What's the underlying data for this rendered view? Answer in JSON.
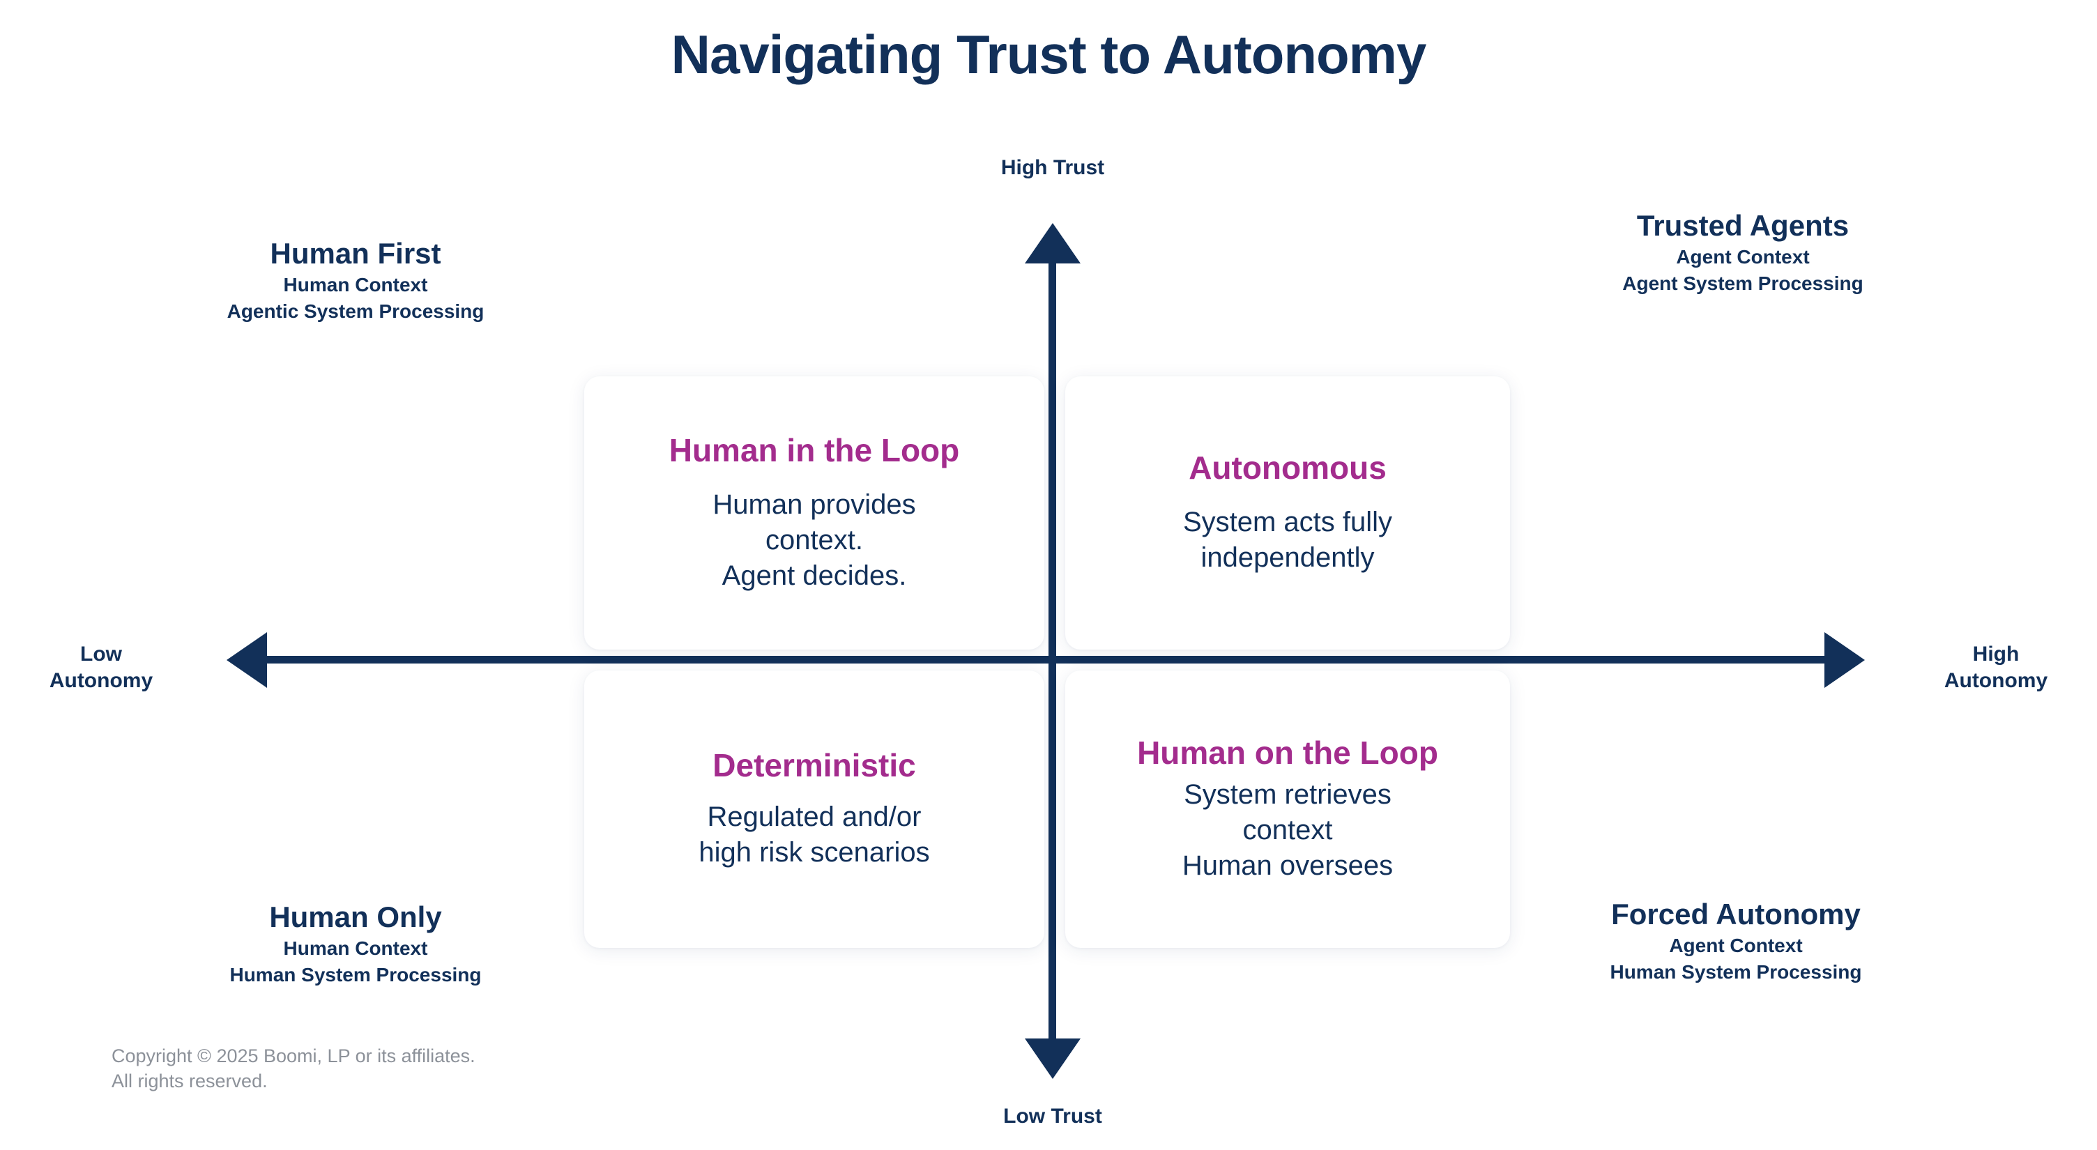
{
  "title": "Navigating Trust to Autonomy",
  "colors": {
    "navy": "#123059",
    "magenta": "#A32C8D",
    "copyright_gray": "#8c9199",
    "background": "#ffffff",
    "card_background": "#ffffff"
  },
  "axes": {
    "top": "High Trust",
    "bottom": "Low Trust",
    "left_line1": "Low",
    "left_line2": "Autonomy",
    "right_line1": "High",
    "right_line2": "Autonomy"
  },
  "corners": {
    "top_left": {
      "title": "Human First",
      "sub1": "Human Context",
      "sub2": "Agentic System Processing"
    },
    "top_right": {
      "title": "Trusted Agents",
      "sub1": "Agent Context",
      "sub2": "Agent System Processing"
    },
    "bottom_left": {
      "title": "Human Only",
      "sub1": "Human Context",
      "sub2": "Human System Processing"
    },
    "bottom_right": {
      "title": "Forced Autonomy",
      "sub1": "Agent Context",
      "sub2": "Human System Processing"
    }
  },
  "quadrants": {
    "human_in_the_loop": {
      "title": "Human in the Loop",
      "body_line1": "Human provides",
      "body_line2": "context.",
      "body_line3": "Agent decides."
    },
    "autonomous": {
      "title": "Autonomous",
      "body_line1": "System acts fully",
      "body_line2": "independently"
    },
    "deterministic": {
      "title": "Deterministic",
      "body_line1": "Regulated and/or",
      "body_line2": "high risk scenarios"
    },
    "human_on_the_loop": {
      "title": "Human on the Loop",
      "body_line1": "System retrieves",
      "body_line2": "context",
      "body_line3": "Human oversees"
    }
  },
  "footer": {
    "copyright_line1": "Copyright © 2025 Boomi, LP or its affiliates.",
    "copyright_line2": "All rights reserved."
  }
}
